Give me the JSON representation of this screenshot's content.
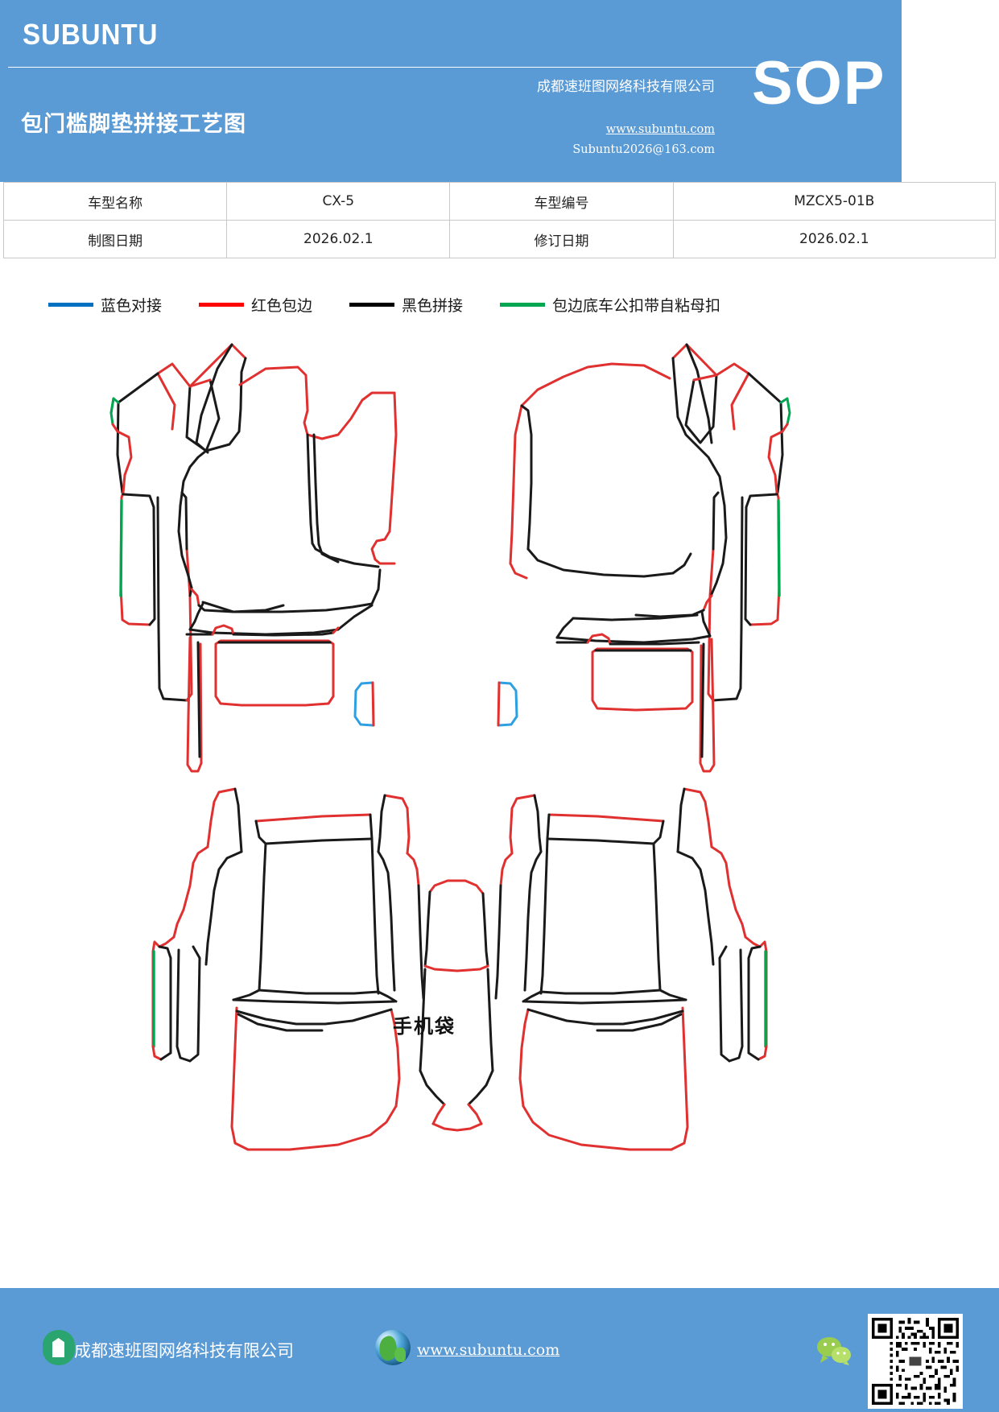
{
  "header": {
    "brand": "SUBUNTU",
    "doc_title": "包门槛脚垫拼接工艺图",
    "company": "成都速班图网络科技有限公司",
    "website": "www.subuntu.com",
    "email": "Subuntu2026@163.com",
    "sop": "SOP",
    "bg_color": "#5b9bd5"
  },
  "info_table": {
    "rows": [
      {
        "label1": "车型名称",
        "value1": "CX-5",
        "label2": "车型编号",
        "value2": "MZCX5-01B"
      },
      {
        "label1": "制图日期",
        "value1": "2026.02.1",
        "label2": "修订日期",
        "value2": "2026.02.1"
      }
    ]
  },
  "legend": {
    "items": [
      {
        "label": "蓝色对接",
        "color": "#0070c0"
      },
      {
        "label": "红色包边",
        "color": "#ff0000"
      },
      {
        "label": "黑色拼接",
        "color": "#000000"
      },
      {
        "label": "包边底车公扣带自粘母扣",
        "color": "#00a650"
      }
    ]
  },
  "drawing": {
    "phone_pocket_label": "手机袋",
    "stroke_colors": {
      "red": "#e03030",
      "black": "#1a1a1a",
      "green": "#00a650",
      "blue": "#2e9fe0"
    },
    "panels": [
      "front-left-mat",
      "front-right-mat",
      "rear-left-mat",
      "rear-right-mat",
      "center-tunnel-mat",
      "phone-pocket-left",
      "phone-pocket-right"
    ]
  },
  "footer": {
    "company": "成都速班图网络科技有限公司",
    "website": "www.subuntu.com",
    "bg_color": "#5b9bd5"
  }
}
